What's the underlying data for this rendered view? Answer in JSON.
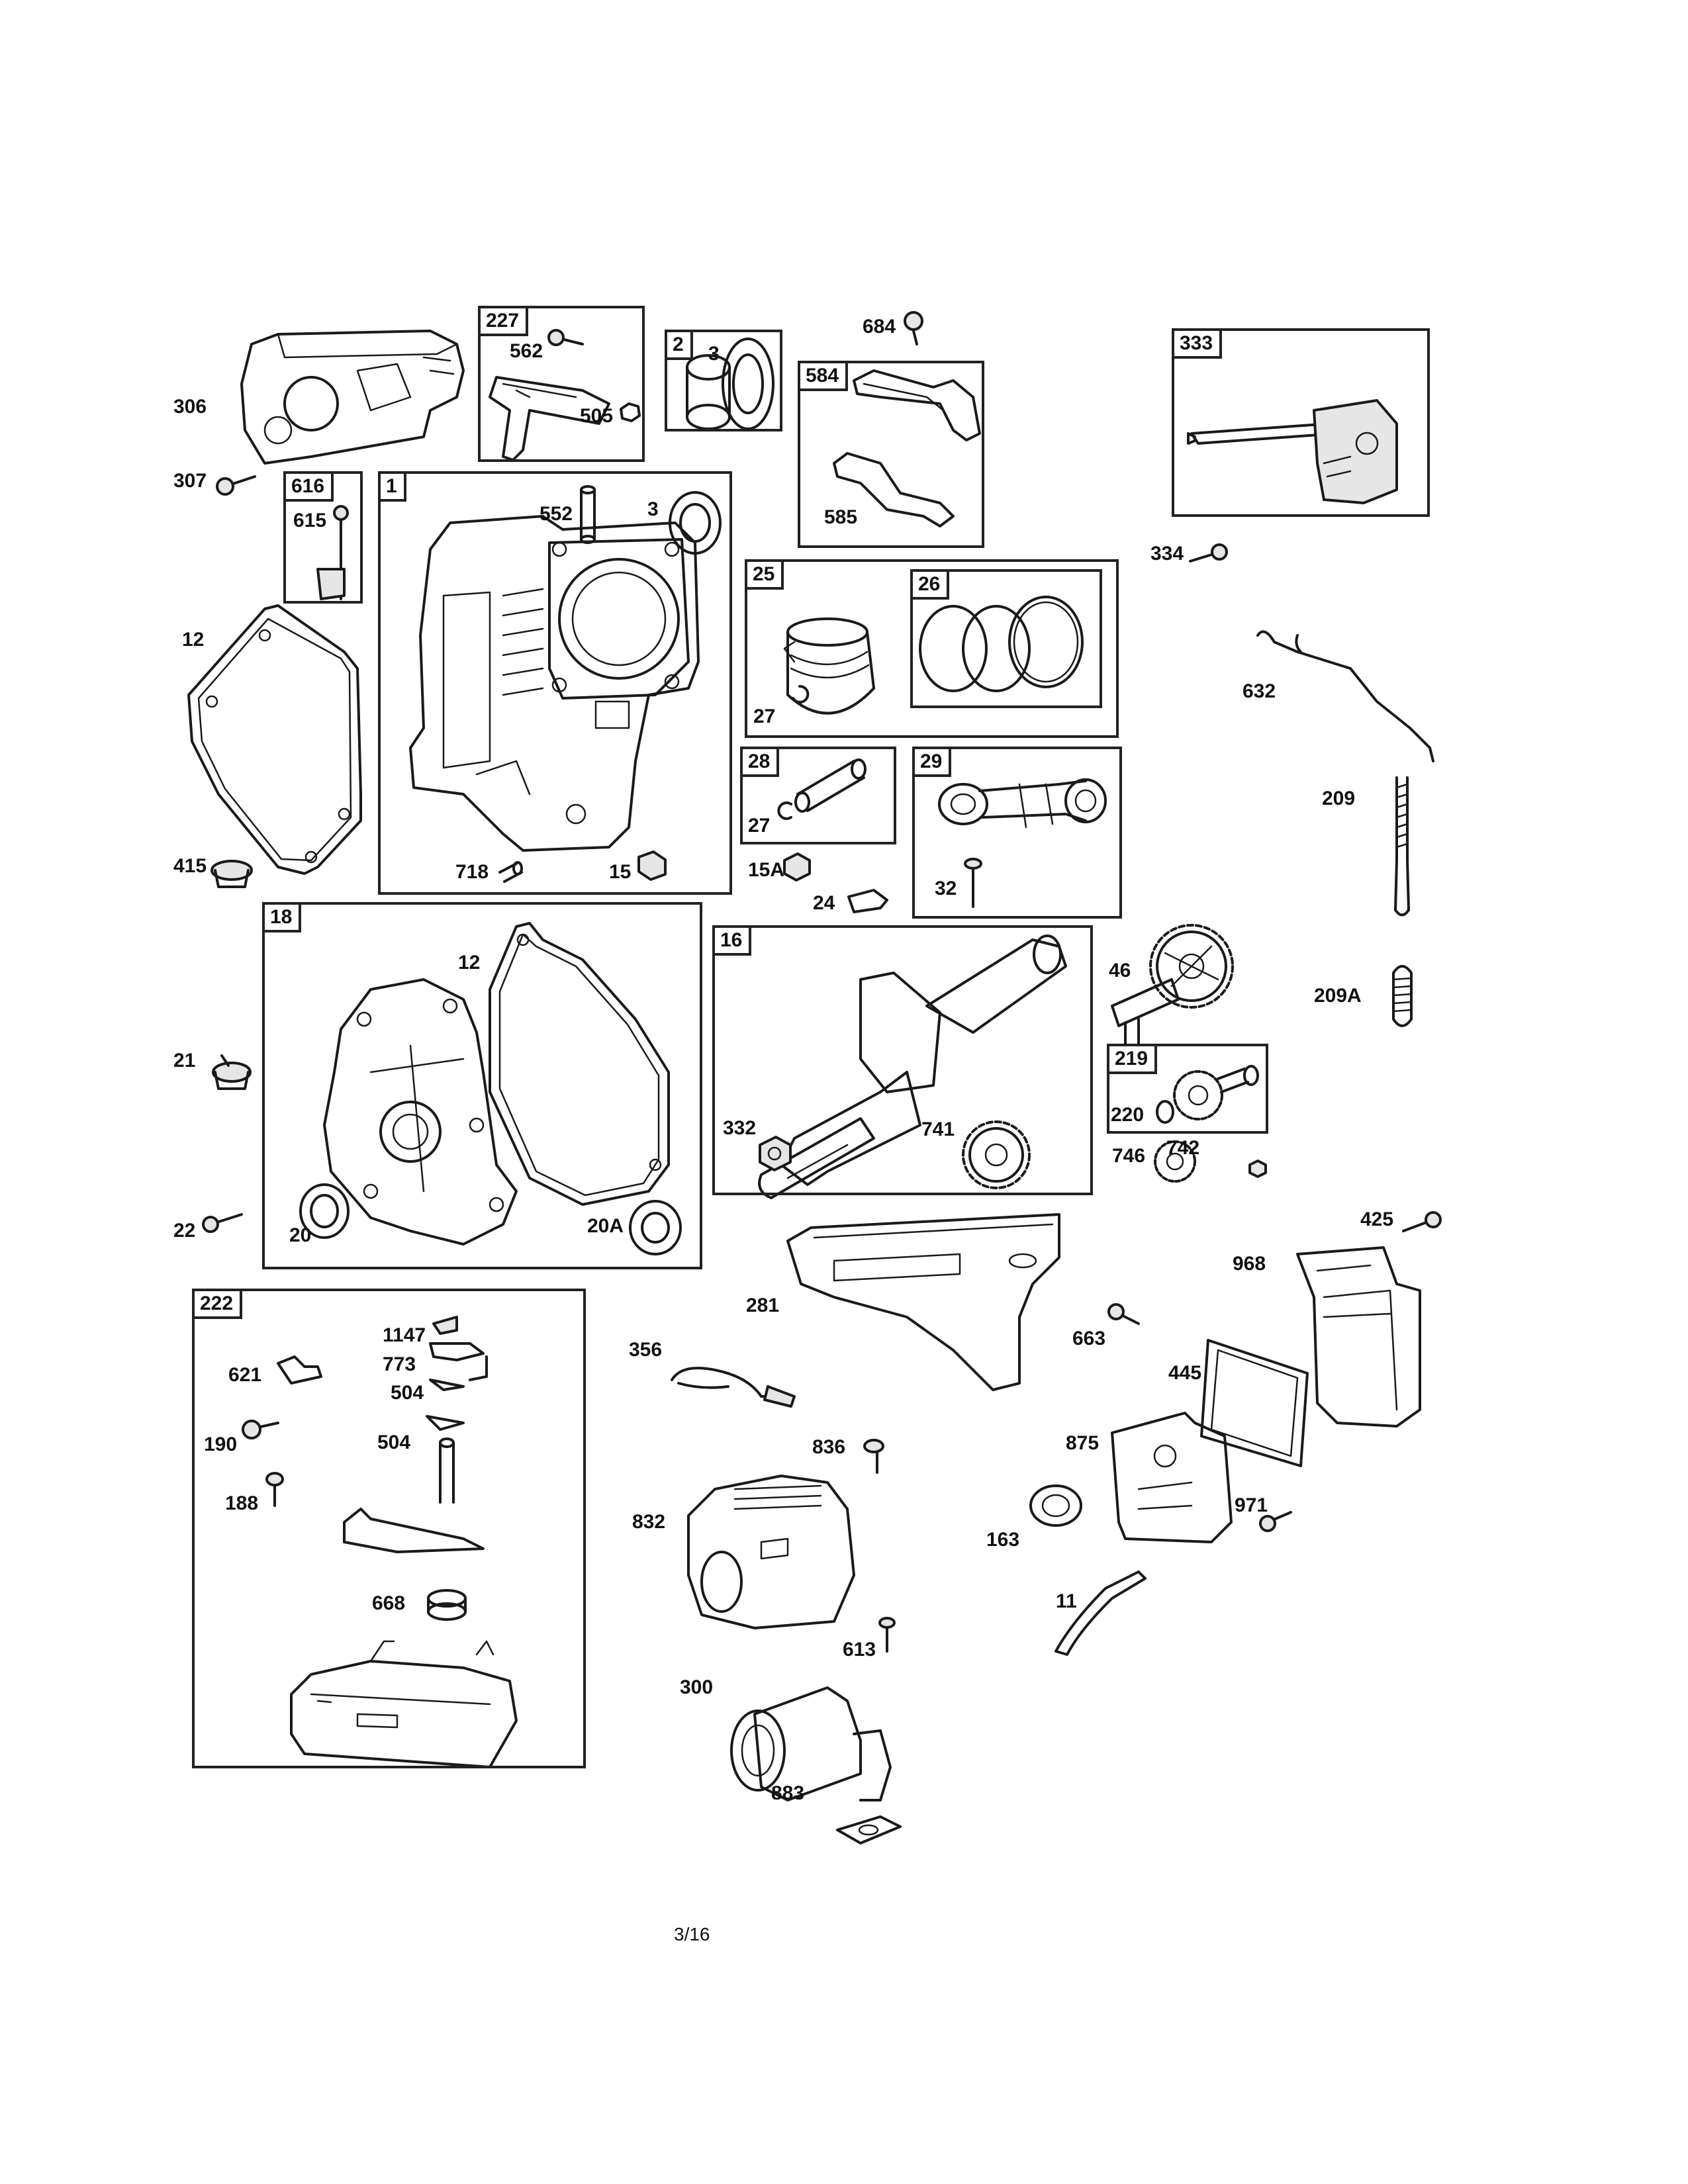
{
  "footer": {
    "page": "3/16"
  },
  "labels": {
    "306": "306",
    "307": "307",
    "227": "227",
    "562": "562",
    "505": "505",
    "k2": "2",
    "k3a": "3",
    "684": "684",
    "584": "584",
    "585": "585",
    "333": "333",
    "334": "334",
    "616": "616",
    "615": "615",
    "k1": "1",
    "552": "552",
    "k3b": "3",
    "12a": "12",
    "415": "415",
    "718": "718",
    "15": "15",
    "25": "25",
    "26": "26",
    "27a": "27",
    "28": "28",
    "27b": "27",
    "15A": "15A",
    "24": "24",
    "29": "29",
    "32": "32",
    "632": "632",
    "209": "209",
    "209A": "209A",
    "18": "18",
    "12b": "12",
    "21": "21",
    "22": "22",
    "20": "20",
    "20A": "20A",
    "16": "16",
    "332": "332",
    "741": "741",
    "46": "46",
    "219": "219",
    "220": "220",
    "746": "746",
    "742": "742",
    "425": "425",
    "968": "968",
    "222": "222",
    "1147": "1147",
    "773": "773",
    "621": "621",
    "504a": "504",
    "504b": "504",
    "190": "190",
    "188": "188",
    "668": "668",
    "281": "281",
    "356": "356",
    "663": "663",
    "445": "445",
    "836": "836",
    "832": "832",
    "875": "875",
    "971": "971",
    "163": "163",
    "11": "11",
    "613": "613",
    "300": "300",
    "883": "883"
  }
}
